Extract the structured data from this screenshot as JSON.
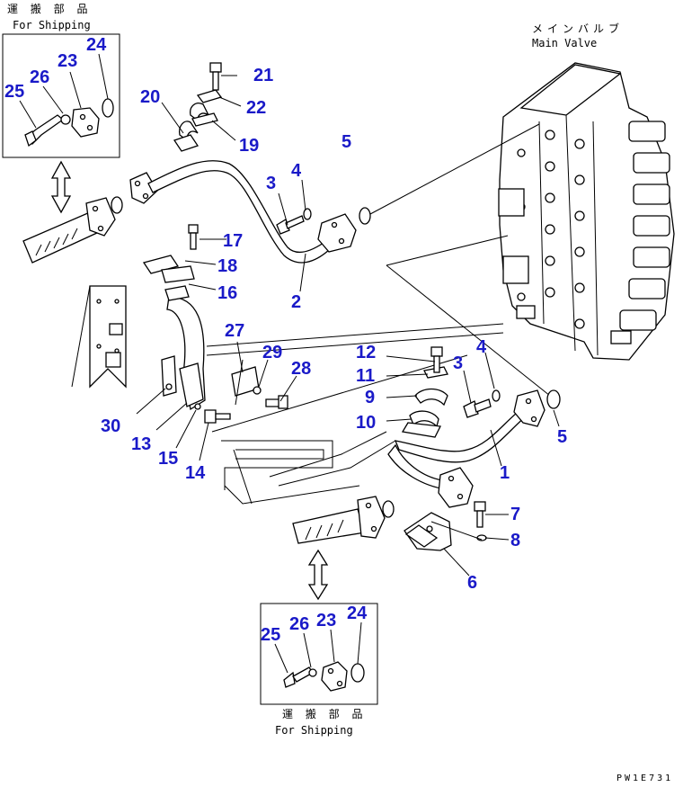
{
  "shipping_label_jp": "運 搬 部 品",
  "shipping_label_en": "For Shipping",
  "main_valve_jp": "メインバルブ",
  "main_valve_en": "Main Valve",
  "drawing_code": "PW1E731",
  "callouts": {
    "c1": "1",
    "c2": "2",
    "c3a": "3",
    "c3b": "3",
    "c4a": "4",
    "c4b": "4",
    "c5a": "5",
    "c5b": "5",
    "c6": "6",
    "c7": "7",
    "c8": "8",
    "c9": "9",
    "c10": "10",
    "c11": "11",
    "c12": "12",
    "c13": "13",
    "c14": "14",
    "c15": "15",
    "c16": "16",
    "c17": "17",
    "c18": "18",
    "c19": "19",
    "c20": "20",
    "c21": "21",
    "c22": "22",
    "c27": "27",
    "c28": "28",
    "c29": "29",
    "c30": "30",
    "ship_top_23": "23",
    "ship_top_24": "24",
    "ship_top_25": "25",
    "ship_top_26": "26",
    "ship_bot_23": "23",
    "ship_bot_24": "24",
    "ship_bot_25": "25",
    "ship_bot_26": "26"
  }
}
